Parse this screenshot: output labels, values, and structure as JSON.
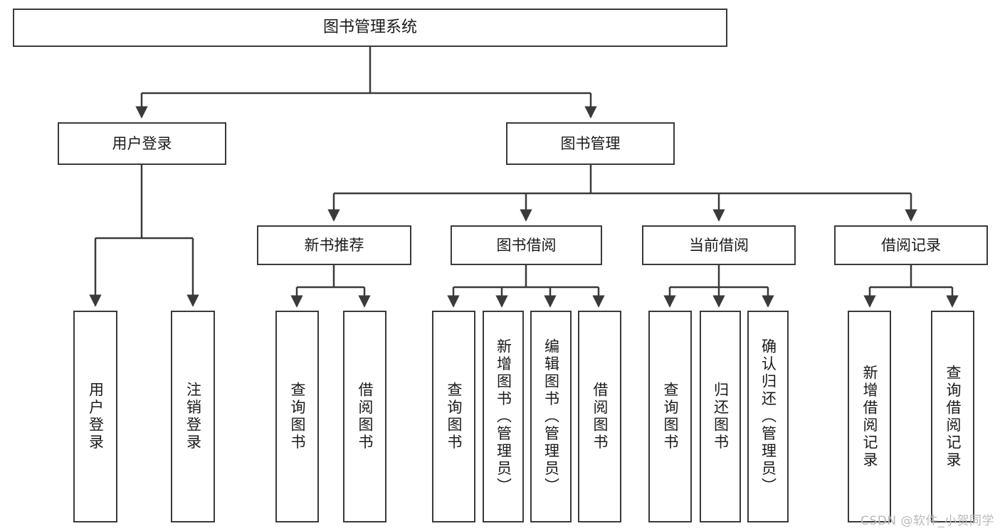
{
  "diagram": {
    "title": "图书管理系统",
    "watermark": "CSDN @软件_小贺同学",
    "stroke_color": "#3a3a3a",
    "text_color": "#1a1a1a",
    "background": "#ffffff",
    "root": {
      "label": "图书管理系统"
    },
    "level2": [
      {
        "label": "用户登录"
      },
      {
        "label": "图书管理"
      }
    ],
    "level3": [
      {
        "label": "新书推荐"
      },
      {
        "label": "图书借阅"
      },
      {
        "label": "当前借阅"
      },
      {
        "label": "借阅记录"
      }
    ],
    "leaves": {
      "user_login": [
        {
          "label": "用户登录"
        },
        {
          "label": "注销登录"
        }
      ],
      "new_book": [
        {
          "label": "查询图书"
        },
        {
          "label": "借阅图书"
        }
      ],
      "book_borrow": [
        {
          "label": "查询图书"
        },
        {
          "label": "新增图书（管理员）"
        },
        {
          "label": "编辑图书（管理员）"
        },
        {
          "label": "借阅图书"
        }
      ],
      "current_borrow": [
        {
          "label": "查询图书"
        },
        {
          "label": "归还图书"
        },
        {
          "label": "确认归还（管理员）"
        }
      ],
      "borrow_record": [
        {
          "label": "新增借阅记录"
        },
        {
          "label": "查询借阅记录"
        }
      ]
    }
  }
}
